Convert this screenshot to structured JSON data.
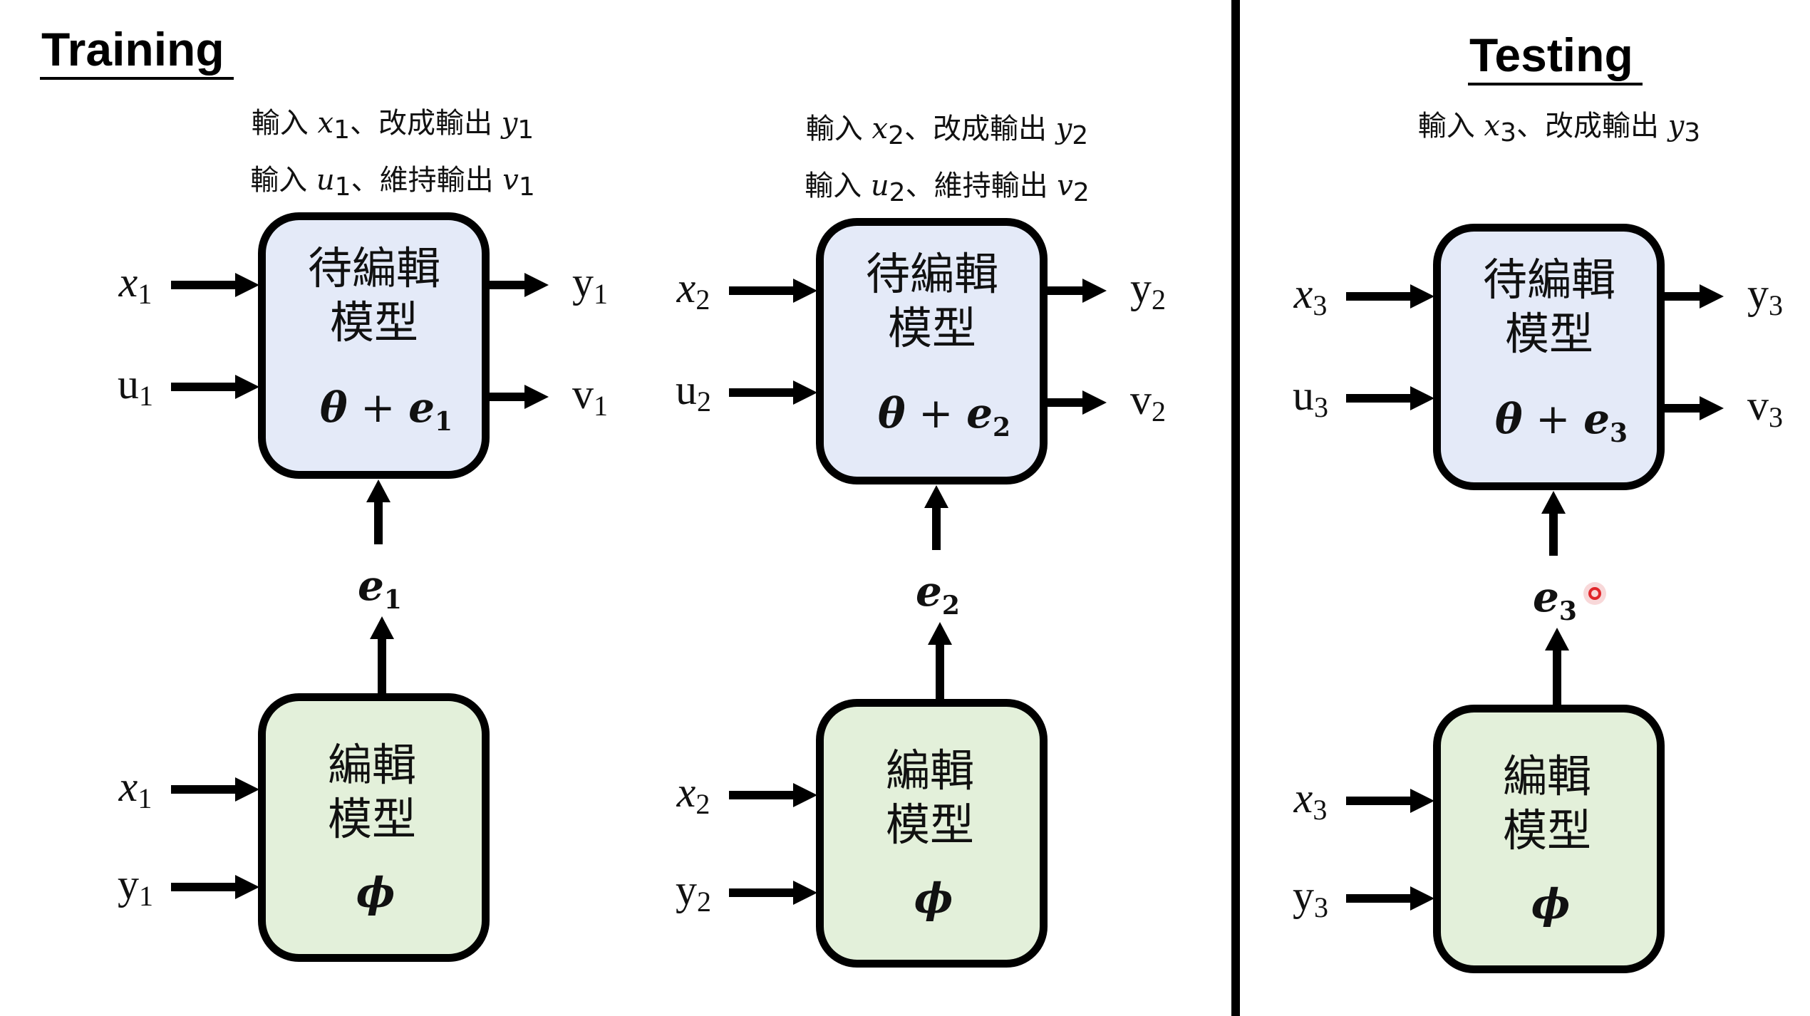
{
  "sections": {
    "training": {
      "title": "Training"
    },
    "testing": {
      "title": "Testing"
    }
  },
  "colors": {
    "target_model_fill": "#e4eaf8",
    "editor_model_fill": "#e3f0da",
    "stroke": "#000000",
    "cursor": "#e0262b"
  },
  "columns": [
    {
      "section": "training",
      "index": "1",
      "caption_lines": [
        {
          "prefix": "輸入 ",
          "var": "x",
          "mid": "、改成輸出 ",
          "out": "y"
        },
        {
          "prefix": "輸入 ",
          "var": "u",
          "mid": "、維持輸出 ",
          "out": "v"
        }
      ],
      "target_model": {
        "line1": "待編輯",
        "line2": "模型",
        "params_theta": "θ",
        "params_plus": " + ",
        "params_e": "e",
        "inputs": [
          {
            "name": "x",
            "italic": true
          },
          {
            "name": "u",
            "italic": false
          }
        ],
        "outputs": [
          {
            "name": "y"
          },
          {
            "name": "v"
          }
        ]
      },
      "edit_vector": {
        "name": "e"
      },
      "editor_model": {
        "line1": "編輯",
        "line2": "模型",
        "params": "ϕ",
        "inputs": [
          {
            "name": "x",
            "italic": true
          },
          {
            "name": "y",
            "italic": false
          }
        ]
      }
    },
    {
      "section": "training",
      "index": "2",
      "caption_lines": [
        {
          "prefix": "輸入 ",
          "var": "x",
          "mid": "、改成輸出 ",
          "out": "y"
        },
        {
          "prefix": "輸入 ",
          "var": "u",
          "mid": "、維持輸出 ",
          "out": "v"
        }
      ],
      "target_model": {
        "line1": "待編輯",
        "line2": "模型",
        "params_theta": "θ",
        "params_plus": " + ",
        "params_e": "e",
        "inputs": [
          {
            "name": "x",
            "italic": true
          },
          {
            "name": "u",
            "italic": false
          }
        ],
        "outputs": [
          {
            "name": "y"
          },
          {
            "name": "v"
          }
        ]
      },
      "edit_vector": {
        "name": "e"
      },
      "editor_model": {
        "line1": "編輯",
        "line2": "模型",
        "params": "ϕ",
        "inputs": [
          {
            "name": "x",
            "italic": true
          },
          {
            "name": "y",
            "italic": false
          }
        ]
      }
    },
    {
      "section": "testing",
      "index": "3",
      "caption_lines": [
        {
          "prefix": "輸入 ",
          "var": "x",
          "mid": "、改成輸出 ",
          "out": "y"
        }
      ],
      "target_model": {
        "line1": "待編輯",
        "line2": "模型",
        "params_theta": "θ",
        "params_plus": " + ",
        "params_e": "e",
        "inputs": [
          {
            "name": "x",
            "italic": true
          },
          {
            "name": "u",
            "italic": false
          }
        ],
        "outputs": [
          {
            "name": "y"
          },
          {
            "name": "v"
          }
        ]
      },
      "edit_vector": {
        "name": "e"
      },
      "editor_model": {
        "line1": "編輯",
        "line2": "模型",
        "params": "ϕ",
        "inputs": [
          {
            "name": "x",
            "italic": true
          },
          {
            "name": "y",
            "italic": false
          }
        ]
      }
    }
  ],
  "cursor": {
    "visible": true
  }
}
